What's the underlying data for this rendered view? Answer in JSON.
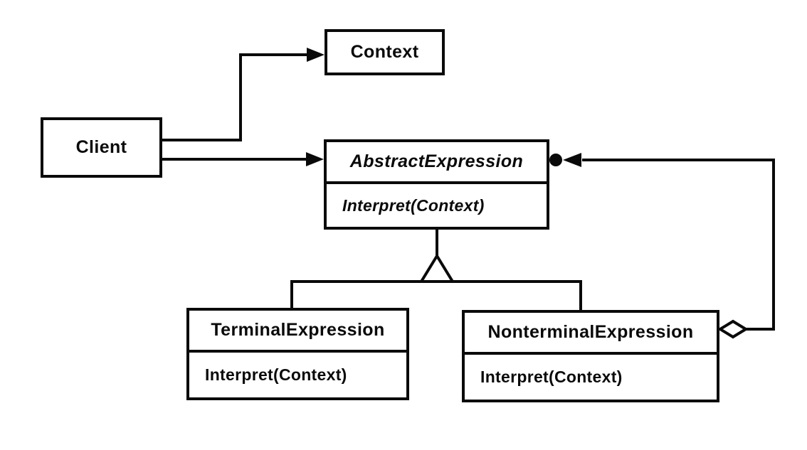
{
  "colors": {
    "ink": "#0a0a0a",
    "paper": "#ffffff"
  },
  "nodes": {
    "client": {
      "name": "Client"
    },
    "context": {
      "name": "Context"
    },
    "abstract_expression": {
      "name": "AbstractExpression",
      "method": "Interpret(Context)",
      "abstract": true
    },
    "terminal_expression": {
      "name": "TerminalExpression",
      "method": "Interpret(Context)"
    },
    "nonterminal_expression": {
      "name": "NonterminalExpression",
      "method": "Interpret(Context)"
    }
  },
  "edges": [
    {
      "from": "Client",
      "to": "Context",
      "type": "association-arrow"
    },
    {
      "from": "Client",
      "to": "AbstractExpression",
      "type": "association-arrow"
    },
    {
      "from": "TerminalExpression",
      "to": "AbstractExpression",
      "type": "inheritance"
    },
    {
      "from": "NonterminalExpression",
      "to": "AbstractExpression",
      "type": "inheritance"
    },
    {
      "from": "NonterminalExpression",
      "to": "AbstractExpression",
      "type": "aggregation-many"
    }
  ]
}
